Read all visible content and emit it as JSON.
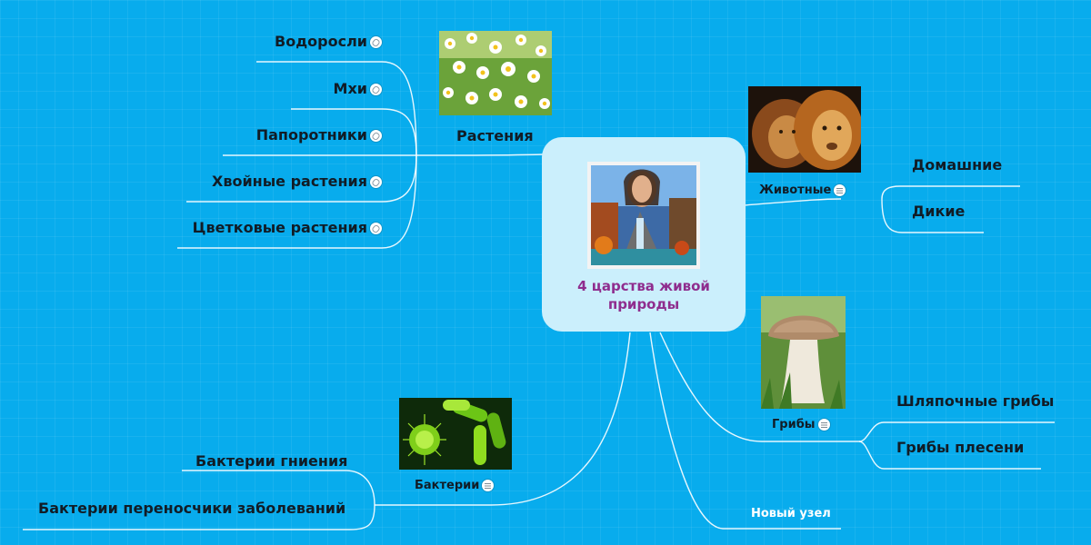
{
  "central": {
    "title_line1": "4 царства живой",
    "title_line2": "природы"
  },
  "branches": {
    "plants": {
      "label": "Растения",
      "children": [
        "Водоросли",
        "Мхи",
        "Папоротники",
        "Хвойные растения",
        "Цветковые растения"
      ]
    },
    "animals": {
      "label": "Животные",
      "children": [
        "Домашние",
        "Дикие"
      ]
    },
    "fungi": {
      "label": "Грибы",
      "children": [
        "Шляпочные грибы",
        "Грибы плесени"
      ]
    },
    "bacteria": {
      "label": "Бактерии",
      "children": [
        "Бактерии гниения",
        "Бактерии переносчики заболеваний"
      ]
    },
    "new_node": {
      "label": "Новый узел"
    }
  },
  "icons": {
    "plant_children": "paperclip-icon",
    "branch_notes": "note-icon"
  },
  "colors": {
    "background": "#08aced",
    "central_bg": "#cbeffc",
    "central_text": "#8f2d8e",
    "label": "#111c26"
  }
}
